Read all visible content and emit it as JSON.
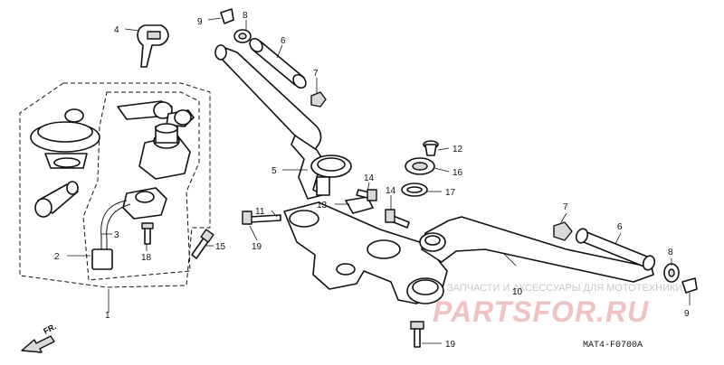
{
  "callouts": [
    {
      "id": "c1",
      "label": "1"
    },
    {
      "id": "c2",
      "label": "2"
    },
    {
      "id": "c3",
      "label": "3"
    },
    {
      "id": "c4",
      "label": "4"
    },
    {
      "id": "c5",
      "label": "5"
    },
    {
      "id": "c6a",
      "label": "6"
    },
    {
      "id": "c6b",
      "label": "6"
    },
    {
      "id": "c7a",
      "label": "7"
    },
    {
      "id": "c7b",
      "label": "7"
    },
    {
      "id": "c8a",
      "label": "8"
    },
    {
      "id": "c8b",
      "label": "8"
    },
    {
      "id": "c9a",
      "label": "9"
    },
    {
      "id": "c9b",
      "label": "9"
    },
    {
      "id": "c10",
      "label": "10"
    },
    {
      "id": "c11",
      "label": "11"
    },
    {
      "id": "c12",
      "label": "12"
    },
    {
      "id": "c13",
      "label": "13"
    },
    {
      "id": "c14a",
      "label": "14"
    },
    {
      "id": "c14b",
      "label": "14"
    },
    {
      "id": "c15",
      "label": "15"
    },
    {
      "id": "c16",
      "label": "16"
    },
    {
      "id": "c17",
      "label": "17"
    },
    {
      "id": "c18",
      "label": "18"
    },
    {
      "id": "c19a",
      "label": "19"
    },
    {
      "id": "c19b",
      "label": "19"
    }
  ],
  "direction_label": "FR.",
  "diagram_code": "MAT4-F0700A",
  "watermark": {
    "tagline": "ЗАПЧАСТИ И АКСЕССУАРЫ ДЛЯ МОТОТЕХНИКИ",
    "brand": "PARTSFOR.RU"
  }
}
